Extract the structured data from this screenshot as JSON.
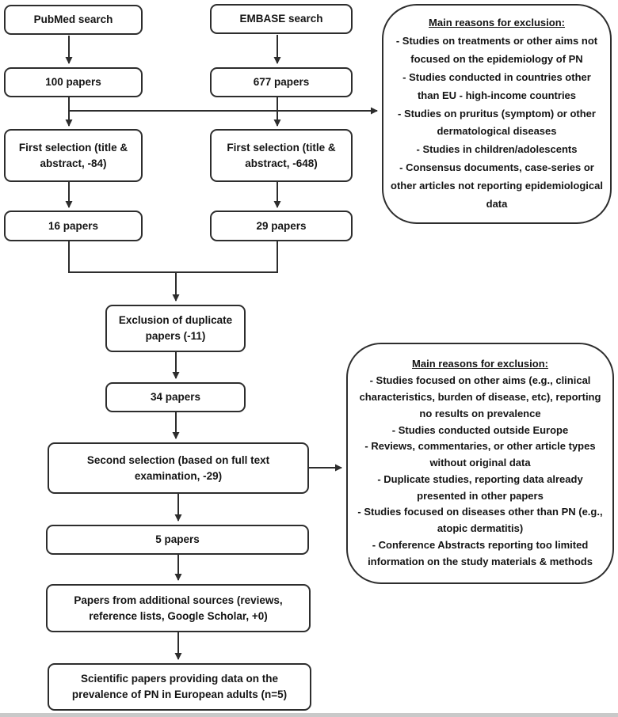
{
  "figure": {
    "background_color": "#ffffff",
    "line_color": "#2d2d2d",
    "text_color": "#141414"
  },
  "nodes": {
    "pubmed_search": "PubMed search",
    "embase_search": "EMBASE search",
    "pubmed_count": "100 papers",
    "embase_count": "677 papers",
    "first_selection_pubmed": "First selection (title & abstract, -84)",
    "first_selection_embase": "First selection (title & abstract, -648)",
    "pubmed_after_first": "16 papers",
    "embase_after_first": "29 papers",
    "duplicate_exclusion": "Exclusion of duplicate papers (-11)",
    "merged_count": "34 papers",
    "second_selection": "Second selection (based on full text examination, -29)",
    "after_second_count": "5 papers",
    "additional_sources": "Papers from additional sources (reviews, reference lists, Google Scholar, +0)",
    "final_result": "Scientific papers providing data on the prevalence of PN in European adults (n=5)"
  },
  "exclusion_box_1": {
    "title": "Main reasons for exclusion:",
    "items": [
      "- Studies on treatments or other aims not focused on the epidemiology of PN",
      "- Studies conducted in countries other than EU - high-income countries",
      "- Studies on pruritus (symptom) or other dermatological diseases",
      "- Studies in children/adolescents",
      "- Consensus documents, case-series or other articles not reporting epidemiological data"
    ]
  },
  "exclusion_box_2": {
    "title": "Main reasons for exclusion:",
    "items": [
      "- Studies focused on other aims (e.g., clinical characteristics, burden of disease, etc), reporting no results on prevalence",
      "- Studies conducted outside Europe",
      "- Reviews, commentaries, or other article types without original data",
      "- Duplicate studies, reporting data already presented in other papers",
      "- Studies focused on diseases other than PN (e.g., atopic dermatitis)",
      "- Conference Abstracts reporting too limited information on the study materials & methods"
    ]
  }
}
